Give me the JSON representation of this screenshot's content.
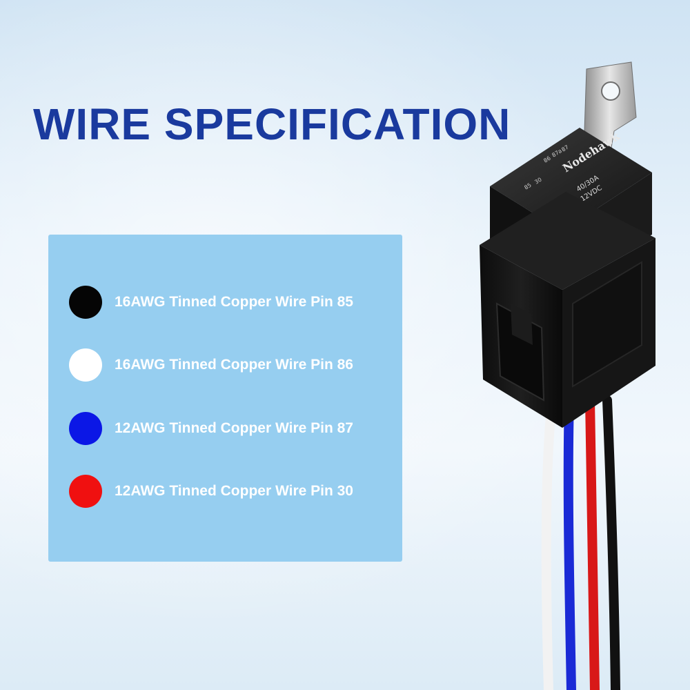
{
  "heading": "WIRE SPECIFICATION",
  "spec_items": [
    {
      "label": "16AWG Tinned Copper Wire Pin 85",
      "color": "#050505"
    },
    {
      "label": "16AWG Tinned Copper Wire Pin 86",
      "color": "#ffffff"
    },
    {
      "label": "12AWG Tinned Copper Wire Pin 87",
      "color": "#0b17e6"
    },
    {
      "label": "12AWG Tinned Copper Wire Pin 30",
      "color": "#f01010"
    }
  ],
  "product": {
    "brand": "Nodehawk",
    "rating": "40/30A",
    "voltage": "12VDC",
    "pin_labels": [
      "85",
      "30",
      "86",
      "87a",
      "87"
    ],
    "wire_colors": [
      "#f2f2f2",
      "#1a2ad6",
      "#d81818",
      "#111111"
    ]
  },
  "colors": {
    "heading": "#1a3a9e",
    "panel": "#96cef0",
    "label_text": "#ffffff"
  }
}
